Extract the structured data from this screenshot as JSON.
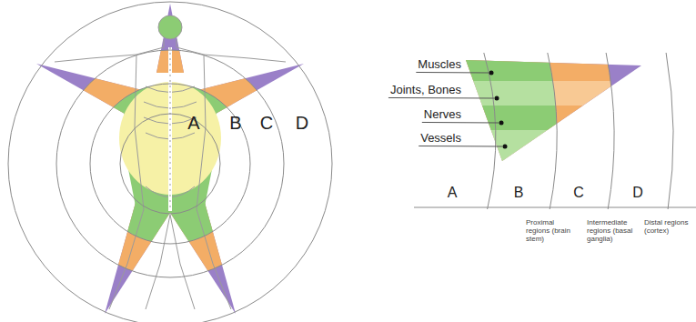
{
  "diagram": {
    "labels": [
      "A",
      "B",
      "C",
      "D",
      "Muscles",
      "Joints, Bones",
      "Nerves",
      "Vessels",
      "A",
      "B",
      "C",
      "D",
      "Proximal regions (brain stem)",
      "Intermediate regions (basal ganglia)",
      "Distal regions (cortex)"
    ]
  }
}
